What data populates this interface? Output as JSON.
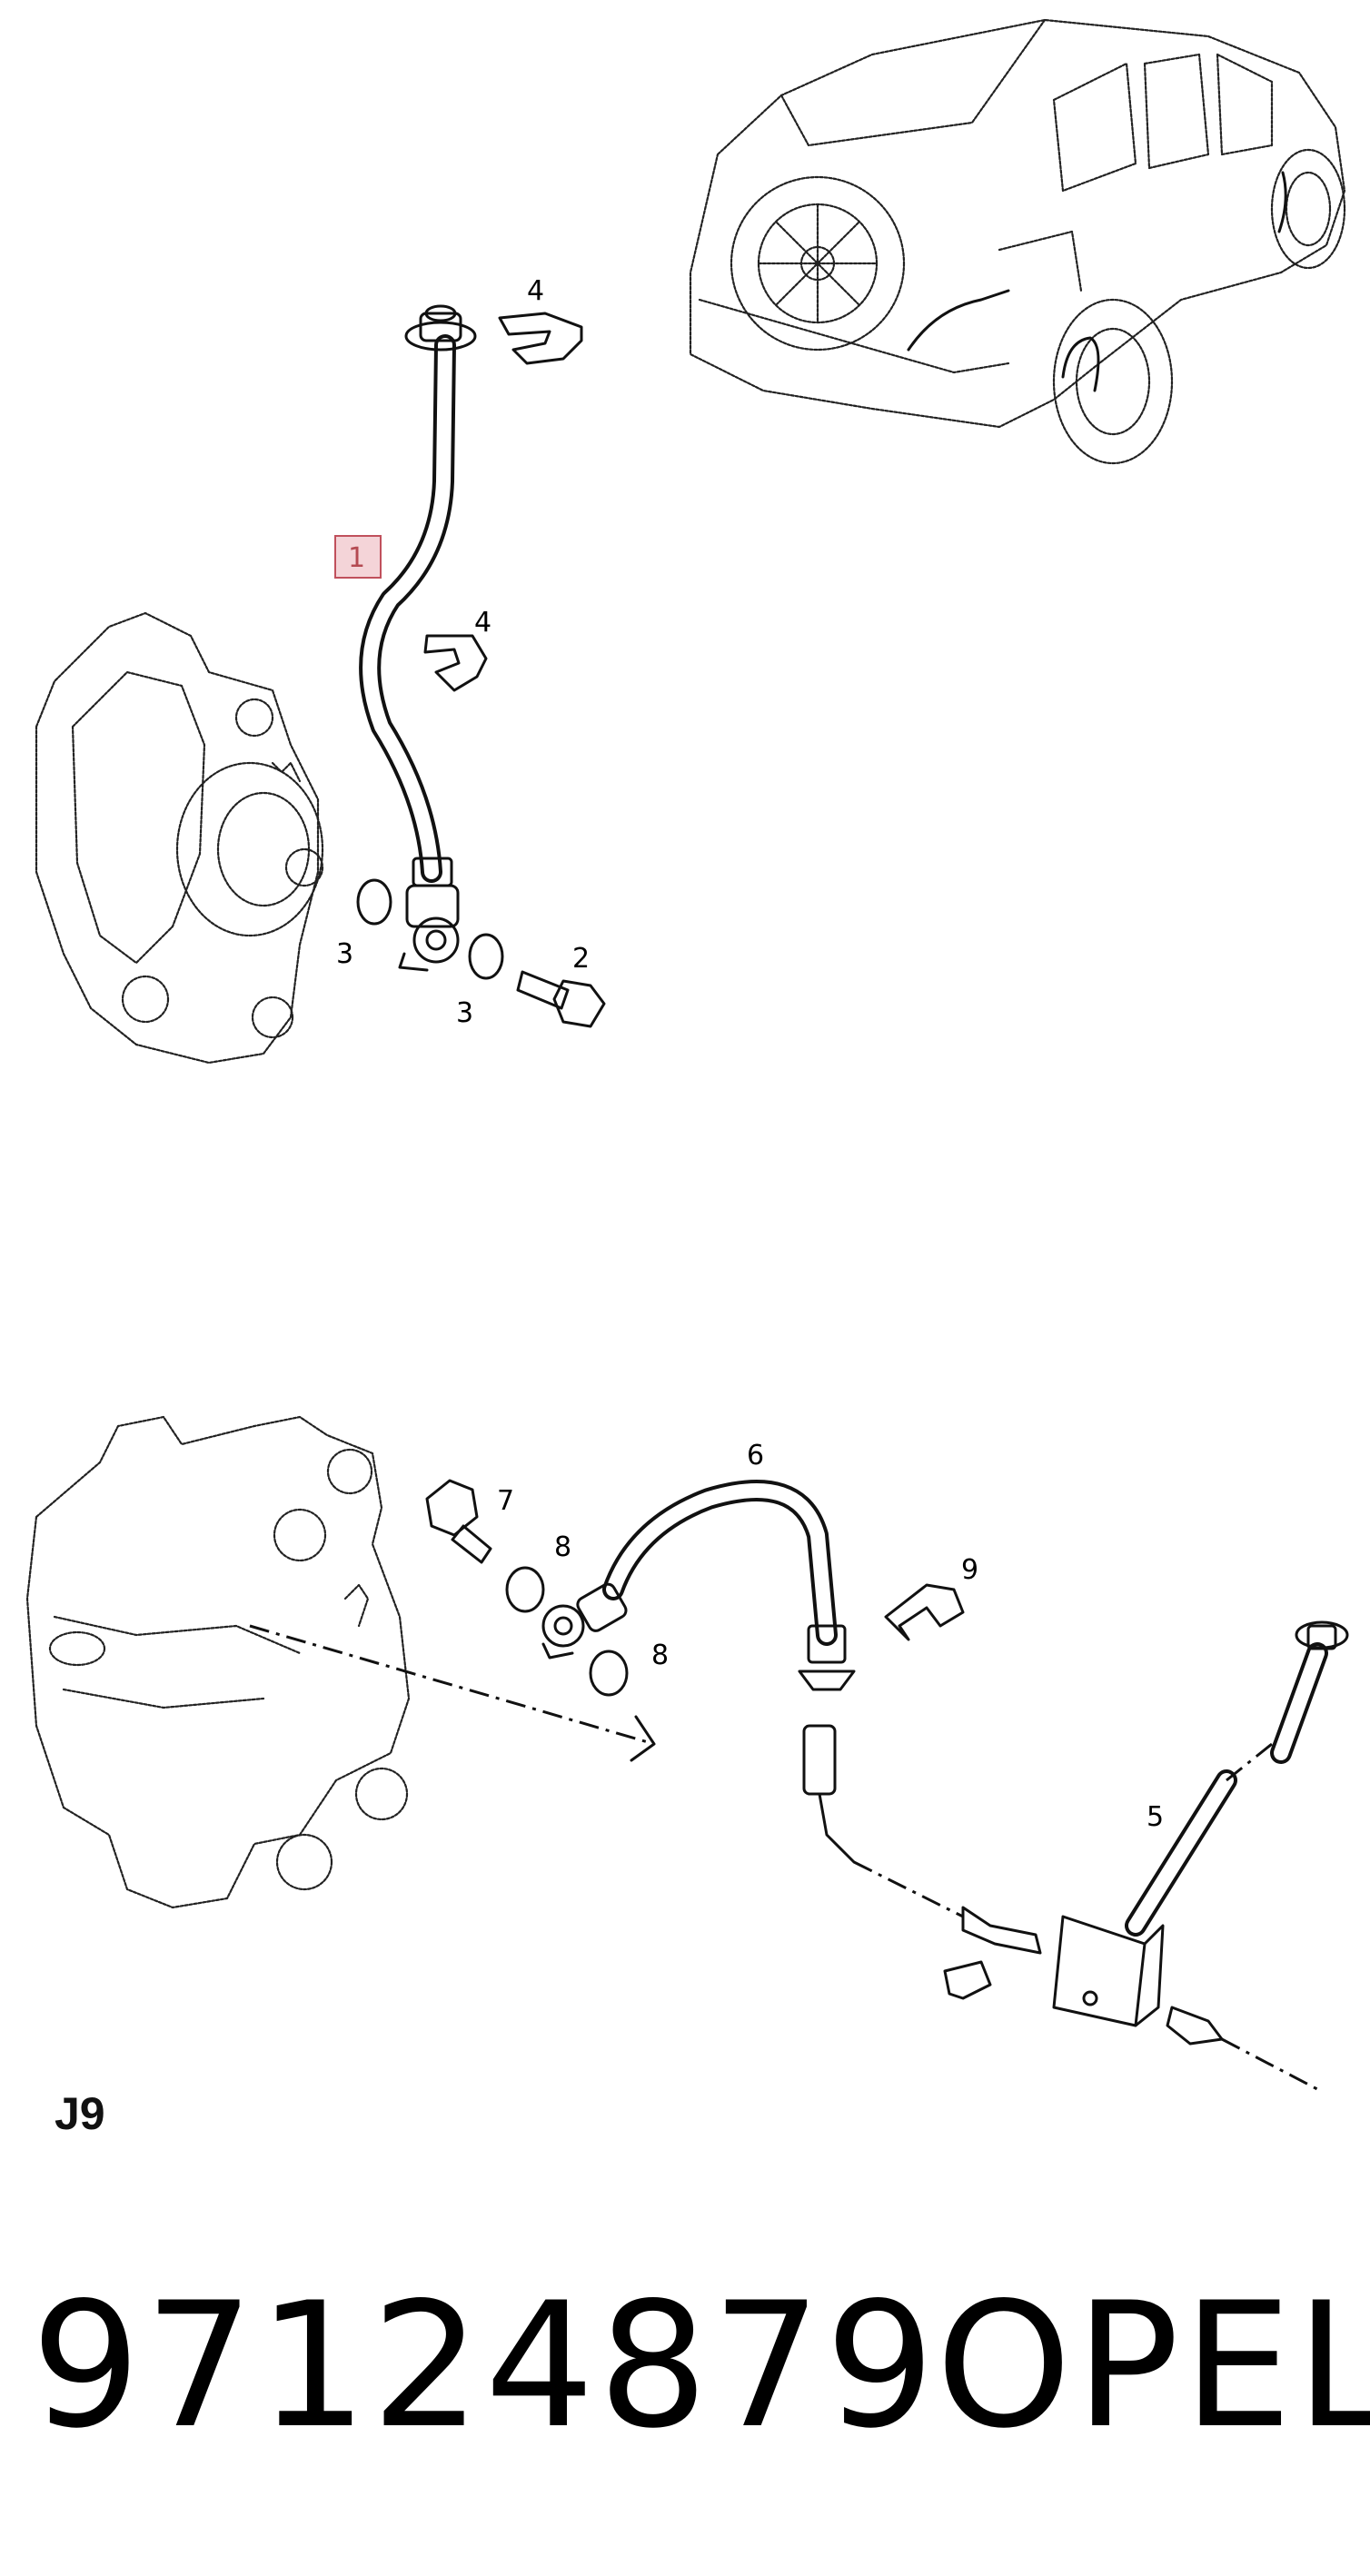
{
  "diagram": {
    "code": "J9",
    "callouts": {
      "c1": "1",
      "c2": "2",
      "c3a": "3",
      "c3b": "3",
      "c4a": "4",
      "c4b": "4",
      "c5": "5",
      "c6": "6",
      "c7": "7",
      "c8a": "8",
      "c8b": "8",
      "c9": "9"
    },
    "highlight_color": "#f4d4d8",
    "highlight_border": "#c0505c"
  },
  "footer": {
    "part_number": "97124879",
    "brand": "OPEL"
  }
}
